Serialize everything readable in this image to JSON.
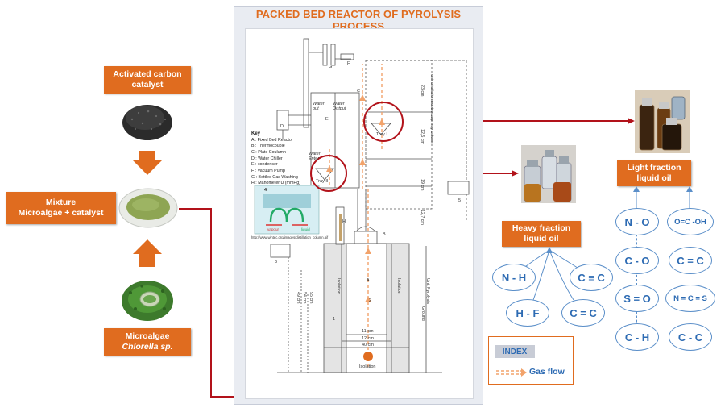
{
  "title": "PACKED BED REACTOR OF PYROLYSIS PROCESS",
  "inputs": {
    "catalyst_line1": "Activated carbon",
    "catalyst_line2": "catalyst",
    "mixture_line1": "Mixture",
    "mixture_line2": "Microalgae + catalyst",
    "microalgae_line1": "Microalgae",
    "microalgae_line2": "Chlorella sp."
  },
  "products": {
    "light_line1": "Light fraction",
    "light_line2": "liquid oil",
    "heavy_line1": "Heavy fraction",
    "heavy_line2": "liquid oil"
  },
  "heavy_bonds": [
    "N - H",
    "C ≡ C",
    "H - F",
    "C = C"
  ],
  "light_bonds": [
    "N - O",
    "O=C -OH",
    "C - O",
    "C = C",
    "S = O",
    "N = C = S",
    "C - H",
    "C - C"
  ],
  "index": {
    "title": "INDEX",
    "gas_flow": "Gas flow"
  },
  "drawing": {
    "key_title": "Key",
    "key_items": [
      "A : Fixed Bed Reactor",
      "B : Thermocouple",
      "C : Plate Coulumn",
      "D : Water Chiller",
      "E : condenser",
      "F : Vacuum Pump",
      "G : Bottles Gas Washing",
      "H : Manometer U (mmHg)"
    ],
    "tray1": "Tray I",
    "tray2": "Tray II",
    "water_out": "Water out",
    "water_output": "Water Output",
    "water_enter": "Water Enter",
    "url": "http://www.wintec.org/images/distillation_column.gif",
    "isolation_left": "Isolation",
    "isolation_right": "Isolation",
    "isolation_bottom": "Isolation",
    "dim_11": "11 cm",
    "dim_12": "12 cm",
    "dim_40": "40 cm",
    "dim_23": "23 cm",
    "dim_12_5": "12,5 cm",
    "dim_19": "19 cm",
    "dim_12_7": "12,7 cm",
    "dim_49": "49 cm",
    "dim_54": "54 cm",
    "dim_95": "95 cm",
    "label_unit_pyrolysis": "Unit Pyrolysis",
    "label_ground": "Ground",
    "label_distillation": "Unit Distillation Bubble Cap Tray Column",
    "letters": [
      "A",
      "B",
      "C",
      "D",
      "E",
      "F",
      "G",
      "H"
    ],
    "circle_4": "4",
    "circle_1": "1",
    "circle_2": "2",
    "circle_3": "3",
    "circle_5": "5",
    "cond_vapour": "vapour",
    "cond_liquid": "liquid"
  }
}
